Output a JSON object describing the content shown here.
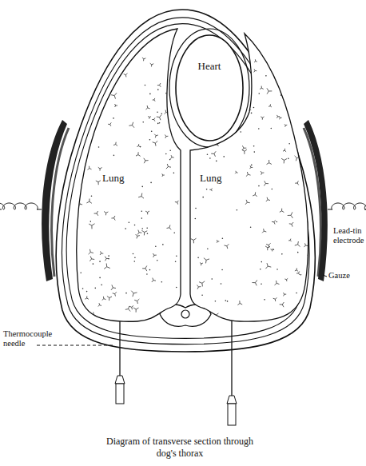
{
  "diagram": {
    "caption": "Diagram of transverse section through dog's thorax",
    "nodes": [
      {
        "text": [
          "Heart"
        ]
      },
      {
        "text": [
          "Lung"
        ]
      },
      {
        "text": [
          "Lung"
        ]
      }
    ],
    "labels": [
      "Lead-tin electrode",
      "Gauze",
      "Thermocouple needle"
    ]
  }
}
